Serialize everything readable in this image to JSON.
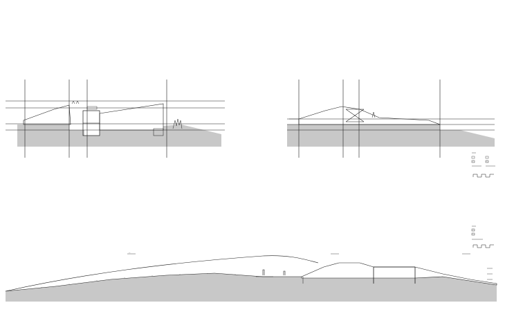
{
  "drawing": {
    "sections": [
      {
        "id": "section-a"
      },
      {
        "id": "section-b"
      },
      {
        "id": "section-c"
      }
    ]
  }
}
